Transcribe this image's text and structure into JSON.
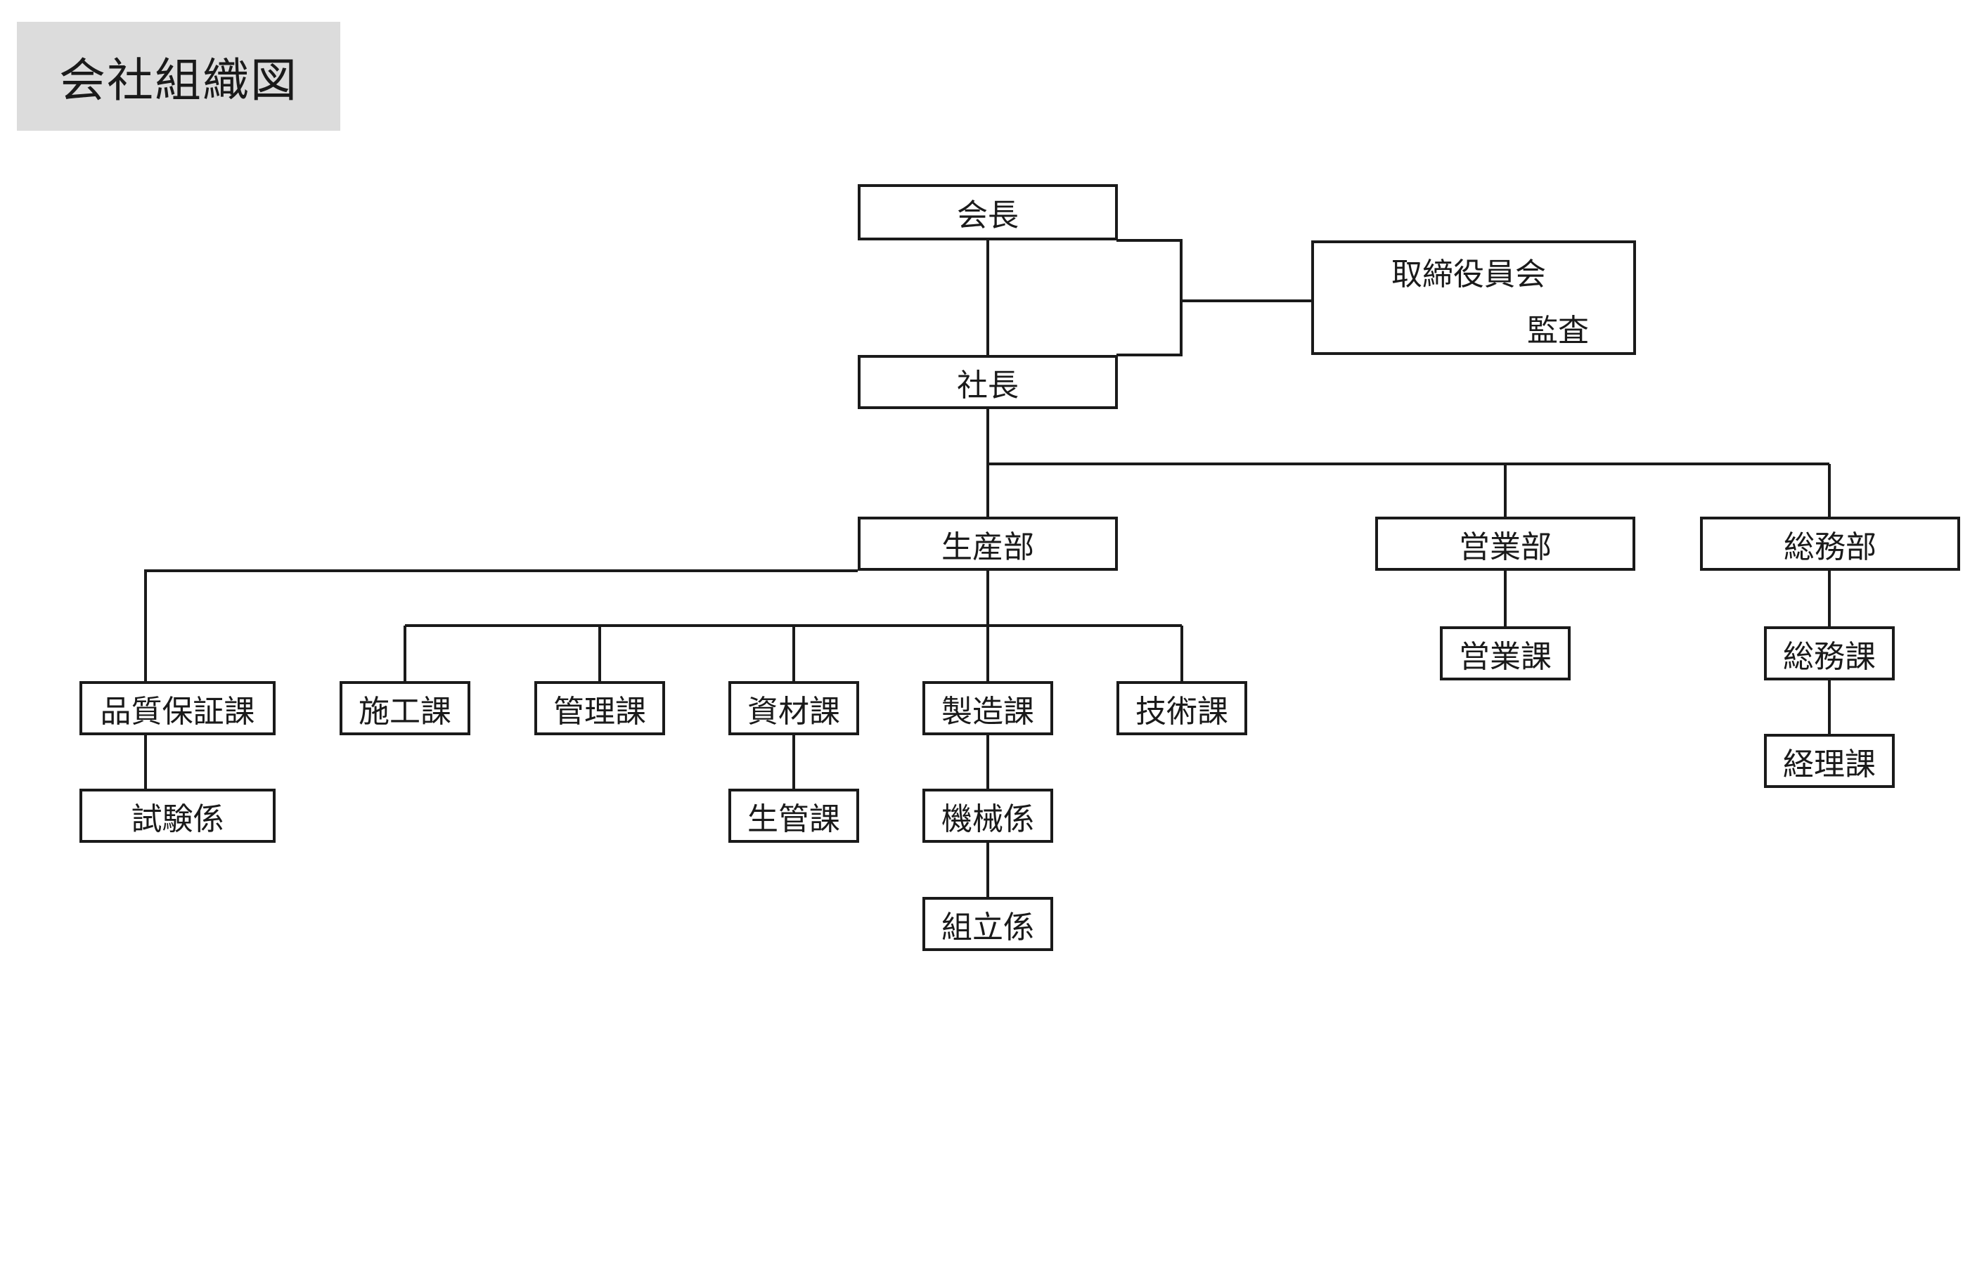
{
  "title": "会社組織図",
  "org": {
    "chairman": "会長",
    "board": {
      "name": "取締役員会",
      "sub": "監査"
    },
    "president": "社長",
    "departments": {
      "production": {
        "name": "生産部",
        "sections": {
          "quality_assurance": "品質保証課",
          "testing": "試験係",
          "construction": "施工課",
          "management": "管理課",
          "materials": "資材課",
          "production_control": "生管課",
          "manufacturing": "製造課",
          "machinery": "機械係",
          "assembly": "組立係",
          "engineering": "技術課"
        }
      },
      "sales": {
        "name": "営業部",
        "sections": {
          "sales_section": "営業課"
        }
      },
      "general_affairs": {
        "name": "総務部",
        "sections": {
          "general_affairs_section": "総務課",
          "accounting": "経理課"
        }
      }
    }
  }
}
